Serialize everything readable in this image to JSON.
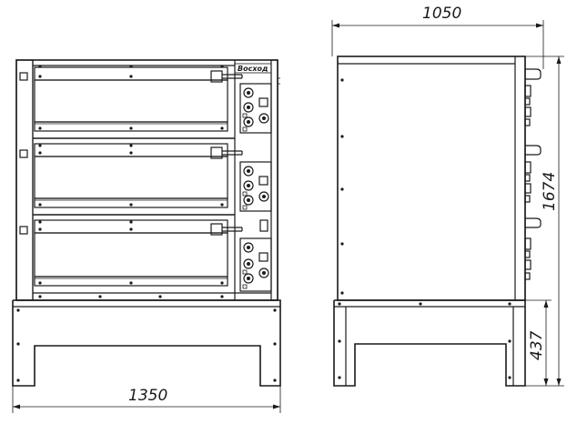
{
  "front_view": {
    "logo_text": "Восход",
    "width_dim": "1350"
  },
  "side_view": {
    "depth_dim": "1050",
    "height_dim": "1674",
    "stand_height_dim": "437"
  }
}
